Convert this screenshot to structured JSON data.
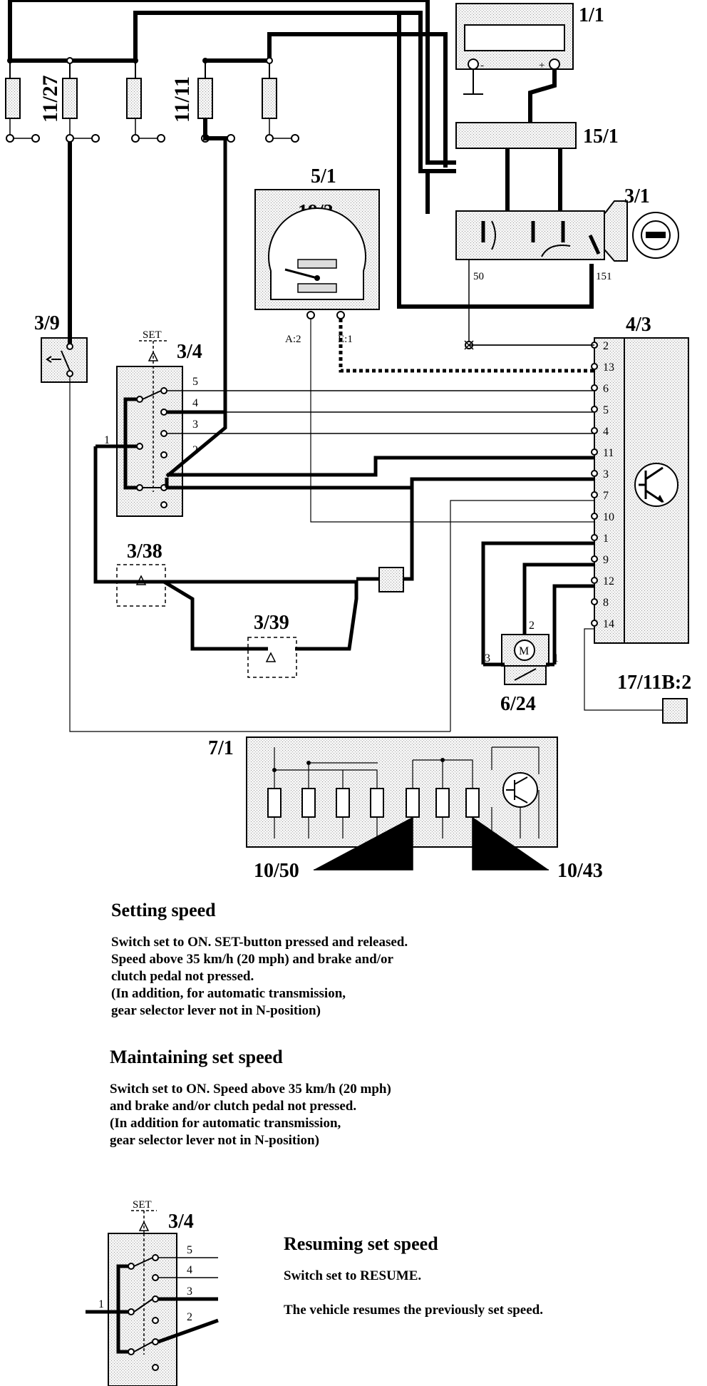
{
  "components": {
    "battery": "1/1",
    "fuse_box_relay": "15/1",
    "ignition_switch": "3/1",
    "fuse_a": "11/27",
    "fuse_b": "11/11",
    "instrument_cluster": "5/1",
    "speedometer": "19/3",
    "instr_pin_a": "A:2",
    "instr_pin_b": "E:1",
    "cruise_switch_main": "3/9",
    "set_switch": "3/4",
    "set_label": "SET",
    "control_module": "4/3",
    "brake_switch": "3/38",
    "clutch_switch": "3/39",
    "vacuum_pump": "6/24",
    "connector": "17/11B:2",
    "relay_box": "7/1",
    "ground_a": "10/50",
    "ground_b": "10/43",
    "ign_pin_50": "50",
    "ign_pin_151": "151",
    "motor_symbol": "M",
    "pump_pin_2": "2",
    "pump_pin_3": "3",
    "pump_pin_1": "1",
    "switch_pin_1": "1"
  },
  "module_pins": [
    "2",
    "13",
    "6",
    "5",
    "4",
    "11",
    "3",
    "7",
    "10",
    "1",
    "9",
    "12",
    "8",
    "14"
  ],
  "switch_pins": [
    "5",
    "4",
    "3",
    "2"
  ],
  "sections": [
    {
      "heading": "Setting speed",
      "lines": [
        "Switch set to ON. SET-button pressed and released.",
        "Speed above 35 km/h (20 mph) and brake and/or",
        "clutch pedal not pressed.",
        "(In addition, for automatic transmission,",
        "gear selector lever not in N-position)"
      ]
    },
    {
      "heading": "Maintaining set speed",
      "lines": [
        "Switch set to ON. Speed above 35 km/h (20 mph)",
        "and brake and/or clutch pedal not pressed.",
        "(In addition for automatic transmission,",
        "gear selector lever not in N-position)"
      ]
    },
    {
      "heading": "Resuming set speed",
      "lines": [
        "Switch set to RESUME.",
        "The vehicle resumes the previously set speed."
      ]
    }
  ]
}
